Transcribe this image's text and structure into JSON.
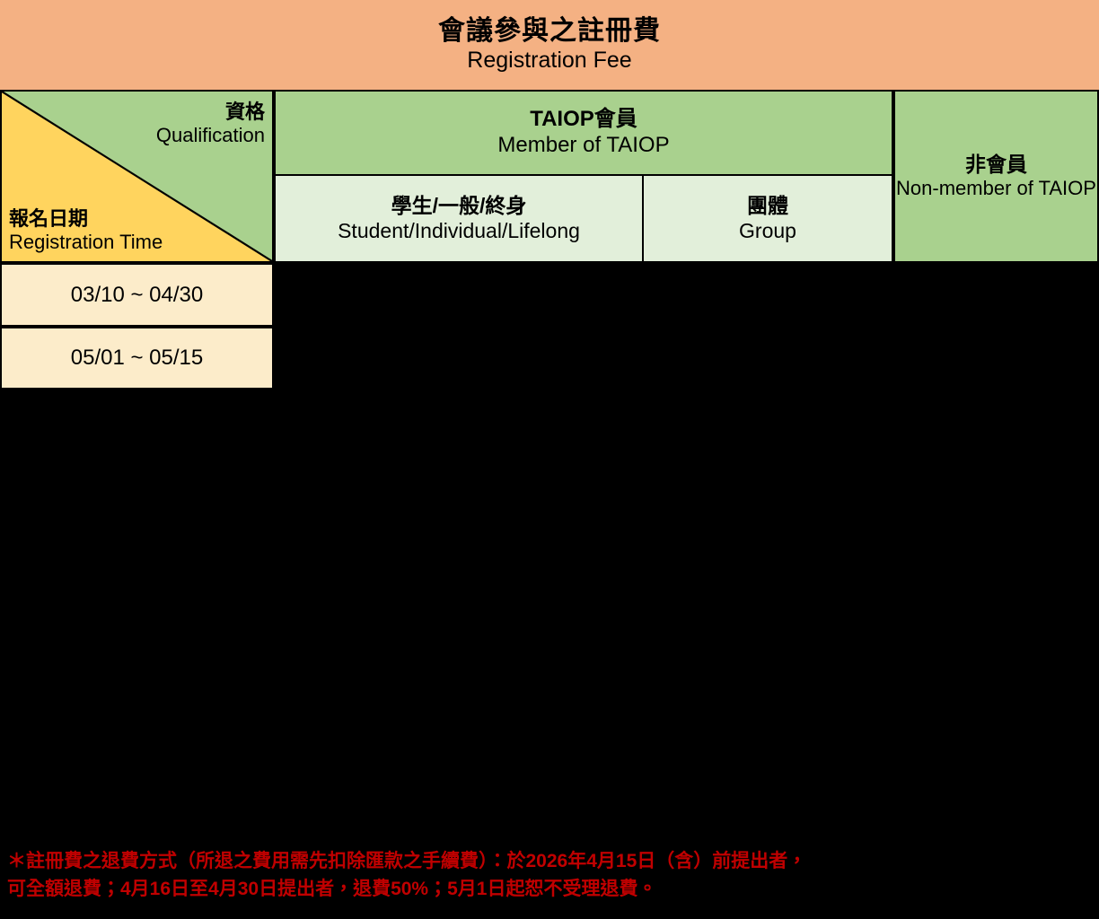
{
  "title": {
    "zh": "會議參與之註冊費",
    "en": "Registration Fee"
  },
  "colors": {
    "title_banner": "#f4b183",
    "header_green": "#a9d18e",
    "subheader_green": "#e2efda",
    "corner_yellow": "#ffd45e",
    "row_cream": "#fcecca",
    "footnote_red": "#c00000",
    "border": "#000000",
    "background": "#000000"
  },
  "table": {
    "corner": {
      "qualification_zh": "資格",
      "qualification_en": "Qualification",
      "registration_time_zh": "報名日期",
      "registration_time_en": "Registration Time"
    },
    "member_group": {
      "zh": "TAIOP會員",
      "en": "Member of TAIOP"
    },
    "sub_columns": [
      {
        "zh": "學生/一般/終身",
        "en": "Student/Individual/Lifelong"
      },
      {
        "zh": "團體",
        "en": "Group"
      }
    ],
    "non_member": {
      "zh": "非會員",
      "en": "Non-member of TAIOP"
    },
    "rows": [
      {
        "period": "03/10 ~ 04/30",
        "fee_student_individual_lifelong": "",
        "fee_group": "",
        "fee_non_member": ""
      },
      {
        "period": "05/01 ~ 05/15",
        "fee_student_individual_lifelong": "",
        "fee_group": "",
        "fee_non_member": ""
      }
    ]
  },
  "footnote": {
    "line1": "＊註冊費之退費方式（所退之費用需先扣除匯款之手續費）：於2026年4月15日（含）前提出者，",
    "line2": "可全額退費；4月16日至4月30日提出者，退費50%；5月1日起恕不受理退費。"
  }
}
